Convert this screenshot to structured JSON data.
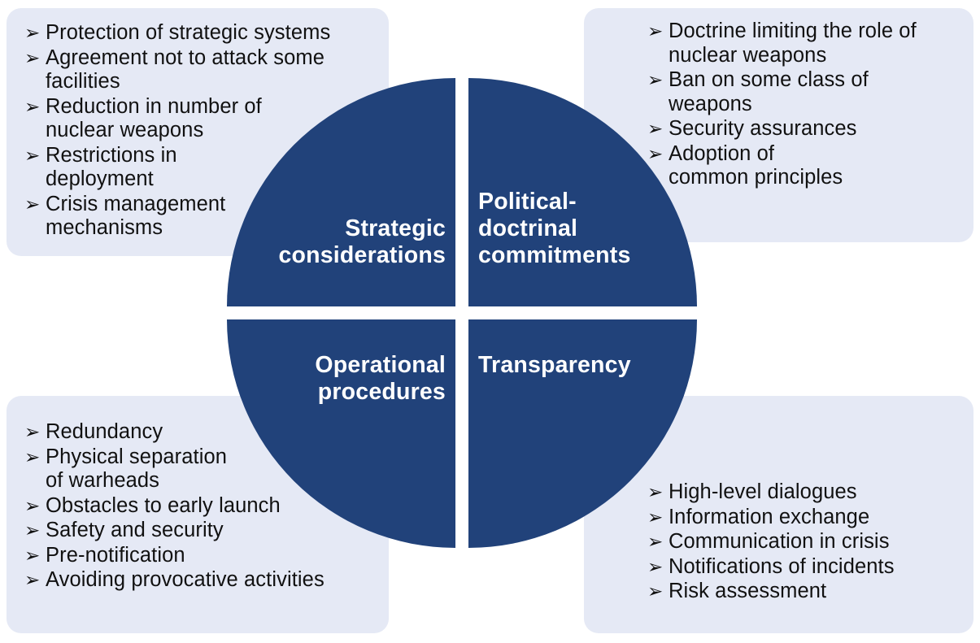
{
  "theme": {
    "circle_color": "#21427a",
    "panel_color": "#e5e9f5",
    "page_background": "#ffffff",
    "circle_text_color": "#ffffff",
    "panel_text_color": "#111111"
  },
  "bullet_glyph": "➢",
  "quadrants": [
    {
      "id": "strategic",
      "label": "Strategic\nconsiderations",
      "items": [
        "Protection of strategic systems",
        "Agreement not to attack some\nfacilities",
        "Reduction in number of\nnuclear weapons",
        "Restrictions in\ndeployment",
        "Crisis management\nmechanisms"
      ]
    },
    {
      "id": "political",
      "label": "Political-\ndoctrinal\ncommitments",
      "items": [
        "Doctrine limiting the role of\nnuclear weapons",
        "Ban on some class of\nweapons",
        "Security assurances",
        "Adoption of\ncommon principles"
      ]
    },
    {
      "id": "operational",
      "label": "Operational\nprocedures",
      "items": [
        "Redundancy",
        "Physical separation\nof warheads",
        "Obstacles to early launch",
        "Safety and security",
        "Pre-notification",
        "Avoiding provocative activities"
      ]
    },
    {
      "id": "transparency",
      "label": "Transparency",
      "items": [
        "High-level dialogues",
        "Information exchange",
        "Communication in crisis",
        "Notifications of incidents",
        "Risk assessment"
      ]
    }
  ]
}
